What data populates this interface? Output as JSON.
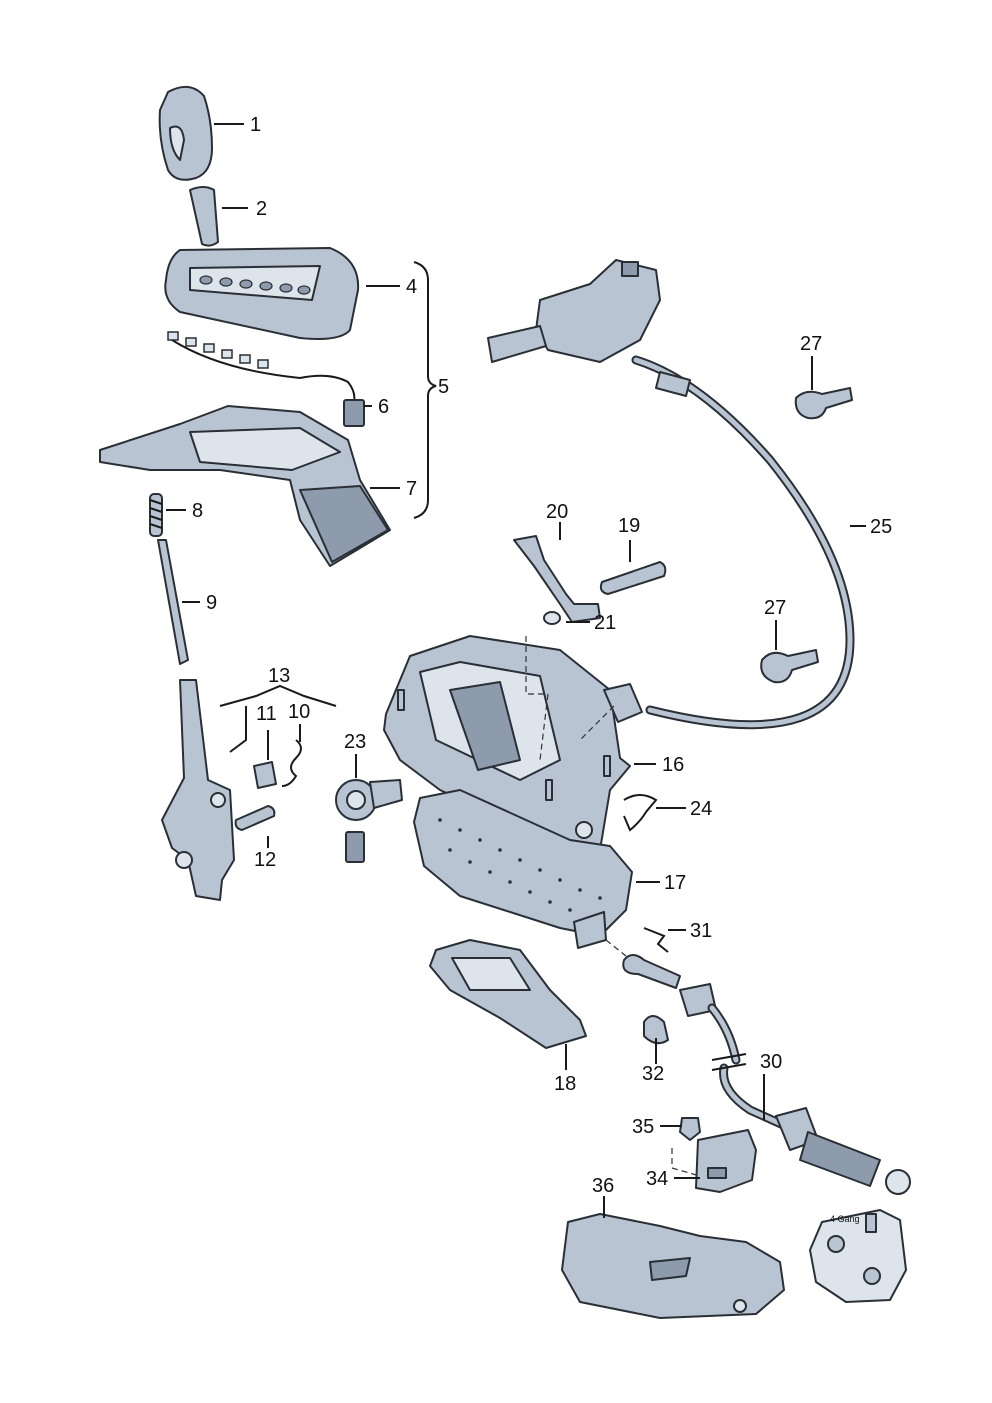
{
  "callouts": [
    {
      "id": "1",
      "label": "1"
    },
    {
      "id": "2",
      "label": "2"
    },
    {
      "id": "4",
      "label": "4"
    },
    {
      "id": "5",
      "label": "5"
    },
    {
      "id": "6",
      "label": "6"
    },
    {
      "id": "7",
      "label": "7"
    },
    {
      "id": "8",
      "label": "8"
    },
    {
      "id": "9",
      "label": "9"
    },
    {
      "id": "10",
      "label": "10"
    },
    {
      "id": "11",
      "label": "11"
    },
    {
      "id": "12",
      "label": "12"
    },
    {
      "id": "13",
      "label": "13"
    },
    {
      "id": "16",
      "label": "16"
    },
    {
      "id": "17",
      "label": "17"
    },
    {
      "id": "18",
      "label": "18"
    },
    {
      "id": "19",
      "label": "19"
    },
    {
      "id": "20",
      "label": "20"
    },
    {
      "id": "21",
      "label": "21"
    },
    {
      "id": "23",
      "label": "23"
    },
    {
      "id": "24",
      "label": "24"
    },
    {
      "id": "25",
      "label": "25"
    },
    {
      "id": "27a",
      "label": "27"
    },
    {
      "id": "27b",
      "label": "27"
    },
    {
      "id": "30",
      "label": "30"
    },
    {
      "id": "31",
      "label": "31"
    },
    {
      "id": "32",
      "label": "32"
    },
    {
      "id": "34",
      "label": "34"
    },
    {
      "id": "35",
      "label": "35"
    },
    {
      "id": "36",
      "label": "36"
    }
  ],
  "gearbox_stamp": "4 Gang",
  "colors": {
    "part_fill": "#b9c4d2",
    "part_outline": "#2a2f36",
    "background": "#ffffff"
  }
}
